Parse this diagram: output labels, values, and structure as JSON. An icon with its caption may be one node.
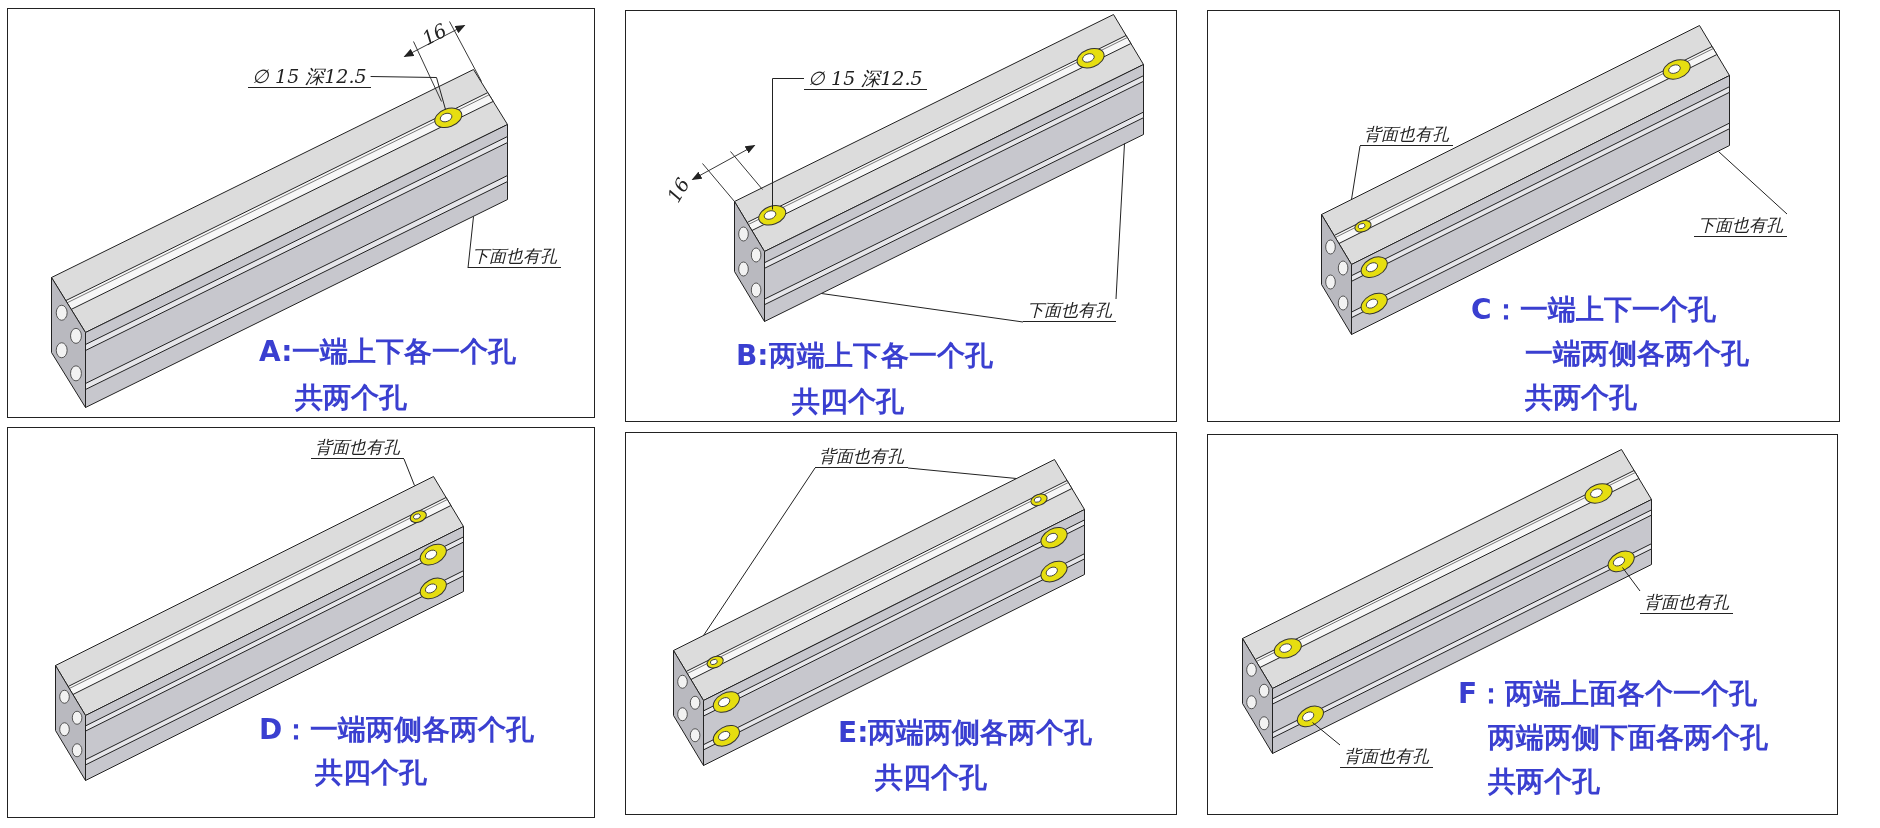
{
  "diagram": {
    "nodes": [
      {
        "text": [
          "A:一端上下各一个孔",
          "共两个孔"
        ]
      },
      {
        "text": [
          "∅ 15 深12.5"
        ],
        "in": 0
      },
      {
        "text": [
          "下面也有孔"
        ],
        "in": 0
      },
      {
        "text": [
          "B:两端上下各一个孔",
          "共四个孔"
        ]
      },
      {
        "text": [
          "∅ 15 深12.5"
        ],
        "in": 3
      },
      {
        "text": [
          "下面也有孔"
        ],
        "in": 3
      },
      {
        "text": [
          "C：一端上下一个孔",
          "一端两侧各两个孔",
          "共两个孔"
        ]
      },
      {
        "text": [
          "背面也有孔"
        ],
        "in": 6
      },
      {
        "text": [
          "下面也有孔"
        ],
        "in": 6
      },
      {
        "text": [
          "D：一端两侧各两个孔",
          "共四个孔"
        ]
      },
      {
        "text": [
          "背面也有孔"
        ],
        "in": 9
      },
      {
        "text": [
          "E:两端两侧各两个孔",
          "共四个孔"
        ]
      },
      {
        "text": [
          "背面也有孔"
        ],
        "in": 11
      },
      {
        "text": [
          "F：两端上面各个一个孔",
          "两端两侧下面各两个孔",
          "共两个孔"
        ]
      },
      {
        "text": [
          "背面也有孔"
        ],
        "in": 13
      },
      {
        "text": [
          "背面也有孔"
        ],
        "in": 13
      }
    ],
    "edges": [
      {
        "from": 1,
        "to": null,
        "arrow": "none"
      },
      {
        "from": 2,
        "to": null,
        "arrow": "none"
      },
      {
        "from": 4,
        "to": null,
        "arrow": "none"
      },
      {
        "from": 5,
        "to": null,
        "arrow": "none"
      },
      {
        "from": 5,
        "to": null,
        "arrow": "none"
      },
      {
        "from": 7,
        "to": null,
        "arrow": "none"
      },
      {
        "from": 8,
        "to": null,
        "arrow": "none"
      },
      {
        "from": 10,
        "to": null,
        "arrow": "none"
      },
      {
        "from": 12,
        "to": null,
        "arrow": "none"
      },
      {
        "from": 12,
        "to": null,
        "arrow": "none"
      },
      {
        "from": 14,
        "to": null,
        "arrow": "none"
      },
      {
        "from": 15,
        "to": null,
        "arrow": "none"
      }
    ],
    "labels": [
      "16",
      "16"
    ]
  }
}
